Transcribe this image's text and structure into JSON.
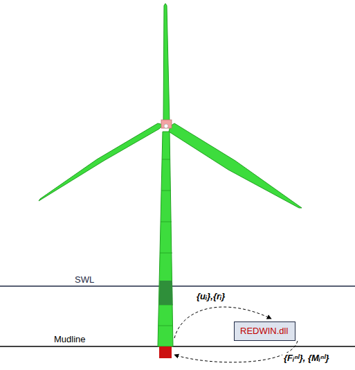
{
  "diagram": {
    "nodes": [
      {
        "text": [
          "REDWIN.dll"
        ]
      }
    ],
    "labels": [
      "SWL",
      "Mudline",
      "{uᵢ},{rᵢ}",
      "{Fᵢⁿˡ}, {Mᵢⁿˡ}"
    ]
  }
}
